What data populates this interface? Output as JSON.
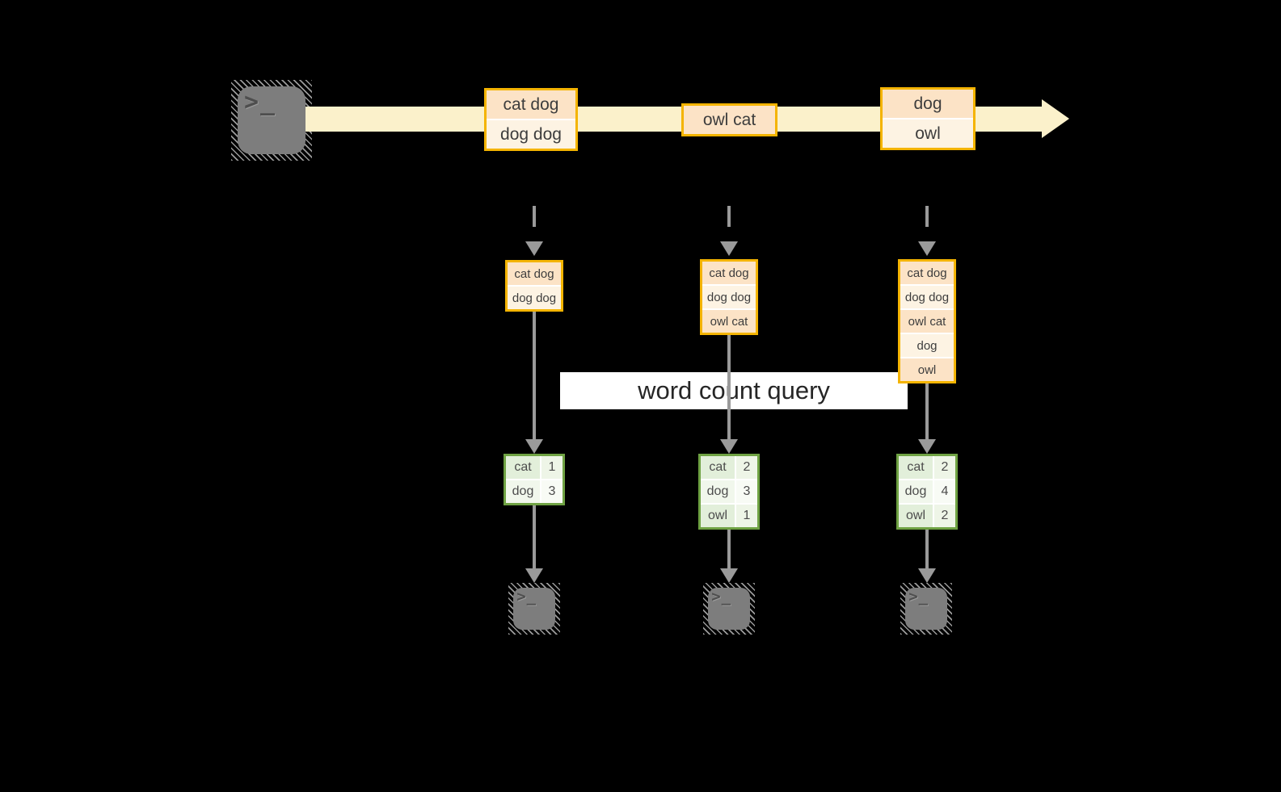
{
  "colors": {
    "background": "#000000",
    "stream_fill": "#FBF1CB",
    "gold_border": "#F4B400",
    "peach_fill": "#FCE3C6",
    "cream_fill": "#FDF3E3",
    "green_border": "#6FA243",
    "green_fill": "#E2EFDA",
    "arrow_gray": "#9A9A9A",
    "terminal_gray": "#7D7D7D",
    "query_bg": "#FFFFFF"
  },
  "terminal_glyph": ">_",
  "query": {
    "label": "word count query"
  },
  "stream": {
    "batches": [
      {
        "rows": [
          "cat dog",
          "dog dog"
        ]
      },
      {
        "rows": [
          "owl cat"
        ]
      },
      {
        "rows": [
          "dog",
          "owl"
        ]
      }
    ]
  },
  "columns": [
    {
      "micro_batch": [
        "cat dog",
        "dog dog"
      ],
      "result": [
        {
          "word": "cat",
          "count": "1"
        },
        {
          "word": "dog",
          "count": "3"
        }
      ]
    },
    {
      "micro_batch": [
        "cat dog",
        "dog dog",
        "owl cat"
      ],
      "result": [
        {
          "word": "cat",
          "count": "2"
        },
        {
          "word": "dog",
          "count": "3"
        },
        {
          "word": "owl",
          "count": "1"
        }
      ]
    },
    {
      "micro_batch": [
        "cat dog",
        "dog dog",
        "owl cat",
        "dog",
        "owl"
      ],
      "result": [
        {
          "word": "cat",
          "count": "2"
        },
        {
          "word": "dog",
          "count": "4"
        },
        {
          "word": "owl",
          "count": "2"
        }
      ]
    }
  ]
}
